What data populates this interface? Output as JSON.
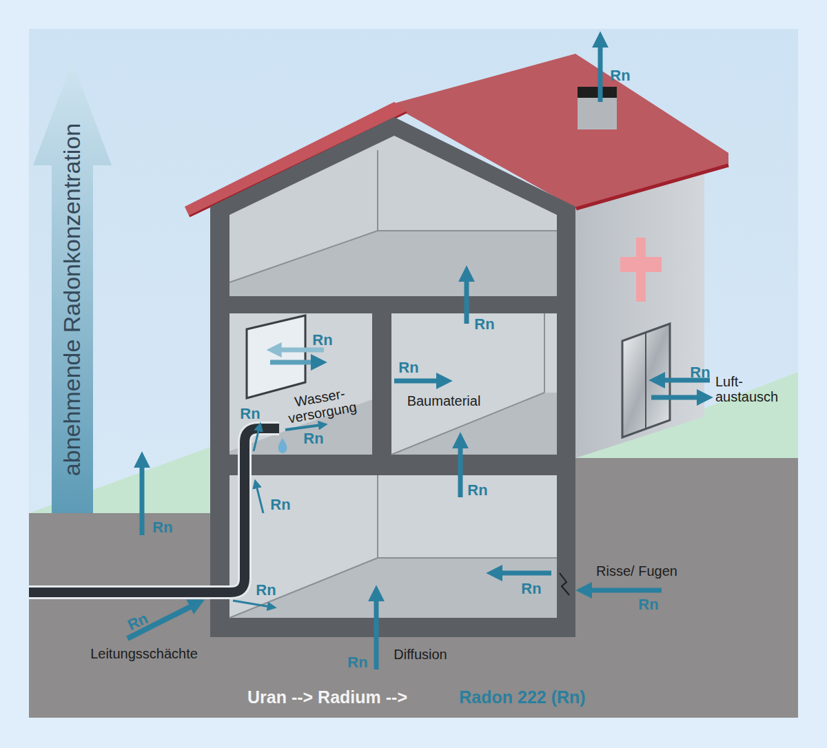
{
  "diagram": {
    "labels": [
      "abnehmende Radonkonzentration",
      "Rn",
      "Rn",
      "Rn",
      "Rn",
      "Luft- austausch",
      "Rn",
      "Baumaterial",
      "Wasser- versorgung",
      "Rn",
      "Rn",
      "Rn",
      "Rn",
      "Rn",
      "Risse/ Fugen",
      "Rn",
      "Rn",
      "Rn",
      "Rn",
      "Leitungsschächte",
      "Diffusion",
      "Rn",
      "Uran --> Radium -->",
      "Radon 222 (Rn)"
    ]
  }
}
